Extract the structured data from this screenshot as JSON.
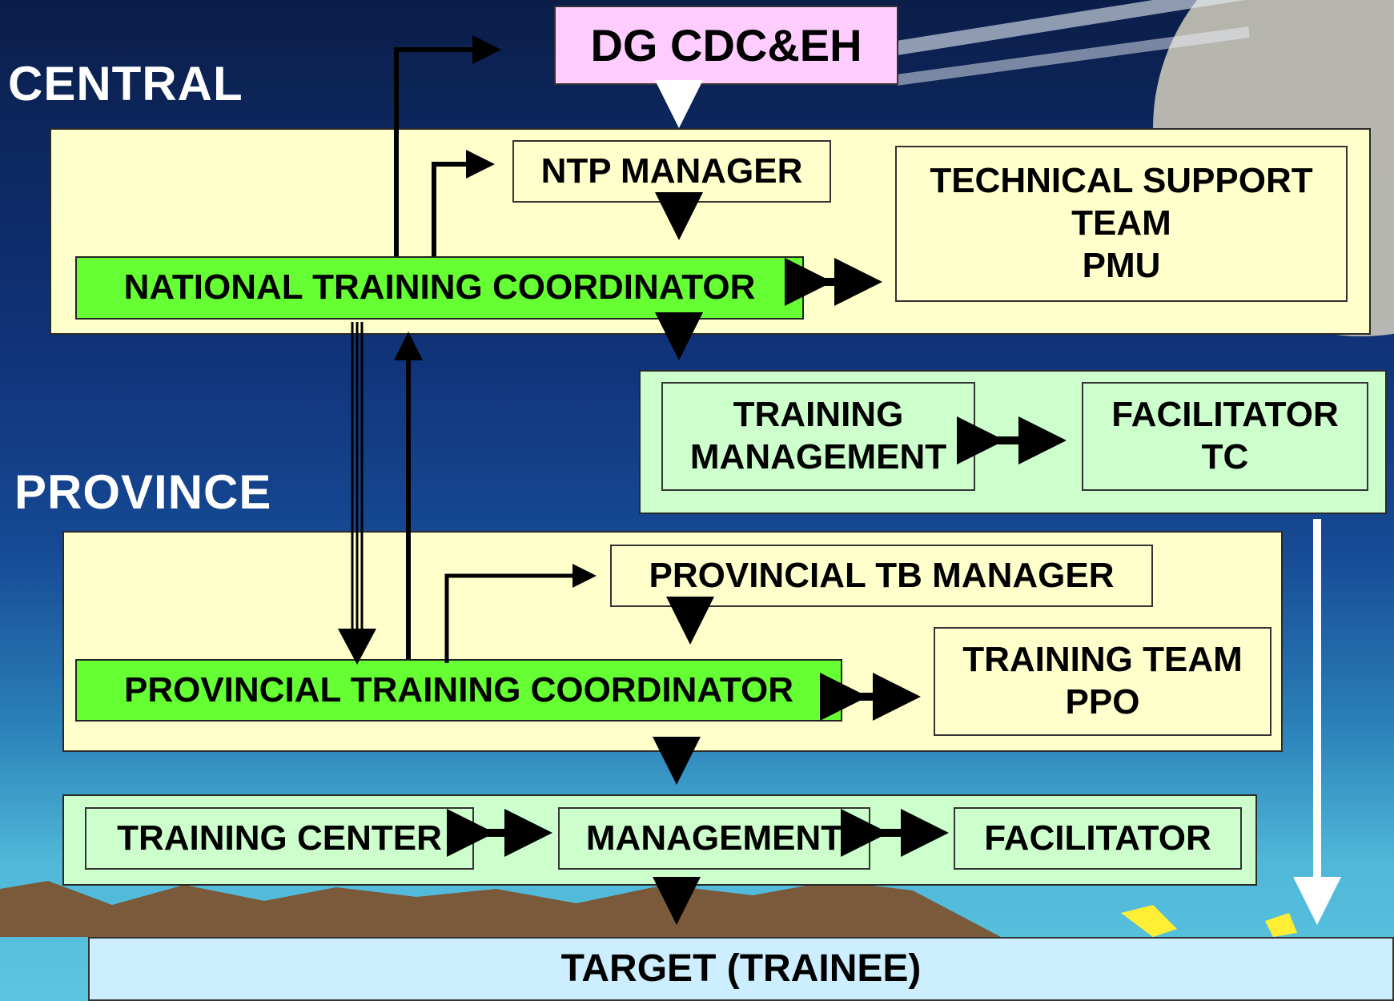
{
  "regions": {
    "central": "CENTRAL",
    "province": "PROVINCE"
  },
  "nodes": {
    "dg": "DG CDC&EH",
    "ntp_manager": "NTP MANAGER",
    "tech_support": "TECHNICAL SUPPORT\nTEAM\nPMU",
    "national_coordinator": "NATIONAL TRAINING COORDINATOR",
    "training_management": "TRAINING\nMANAGEMENT",
    "facilitator_tc": "FACILITATOR\nTC",
    "provincial_tb_manager": "PROVINCIAL TB MANAGER",
    "provincial_coordinator": "PROVINCIAL TRAINING COORDINATOR",
    "training_team_ppo": "TRAINING TEAM\nPPO",
    "training_center": "TRAINING CENTER",
    "management": "MANAGEMENT",
    "facilitator": "FACILITATOR",
    "target": "TARGET (TRAINEE)"
  },
  "colors": {
    "coordinator_fill": "#66ff33",
    "panel_cream": "#ffffcc",
    "panel_mint": "#ccffcc",
    "dg_fill": "#ffccff",
    "target_fill": "#cceeff"
  }
}
